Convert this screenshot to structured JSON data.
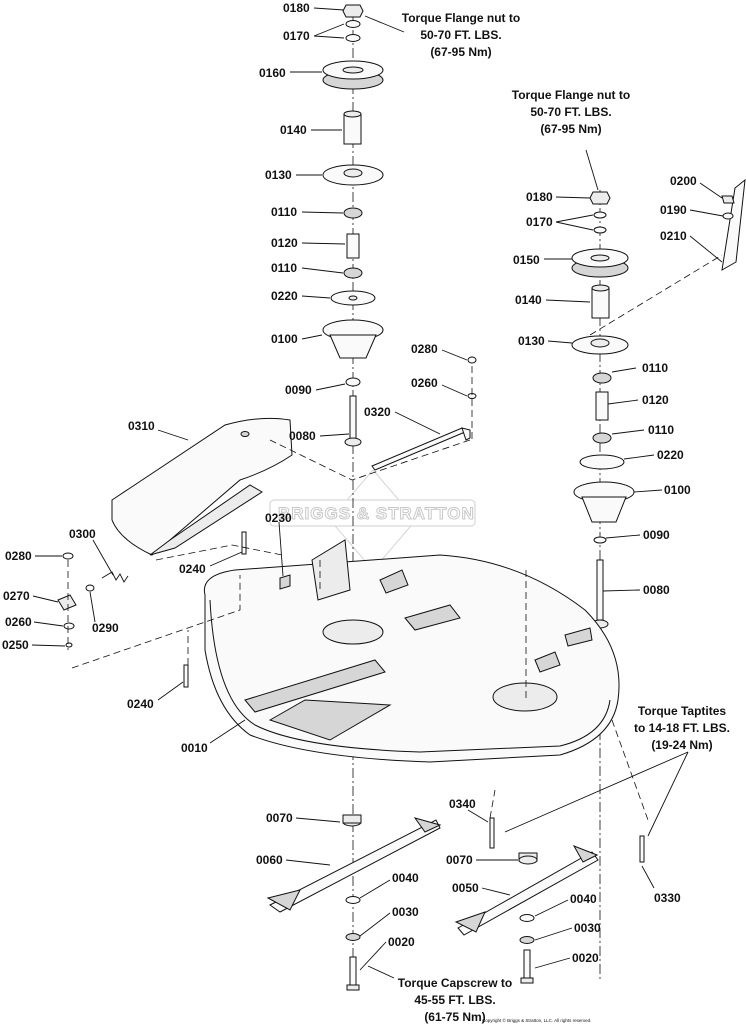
{
  "watermark": "BRIGGS & STRATTON",
  "copyright": "Copyright © Briggs & Stratton, LLC. All rights reserved.",
  "notes": {
    "flange_nut_left": [
      "Torque Flange nut to",
      "50-70 FT. LBS.",
      "(67-95 Nm)"
    ],
    "flange_nut_right": [
      "Torque Flange nut to",
      "50-70 FT. LBS.",
      "(67-95 Nm)"
    ],
    "taptites": [
      "Torque Taptites",
      "to 14-18 FT. LBS.",
      "(19-24 Nm)"
    ],
    "capscrew": [
      "Torque Capscrew to",
      "45-55 FT. LBS.",
      "(61-75 Nm)"
    ]
  },
  "labels": {
    "l0180a": "0180",
    "l0170a": "0170",
    "l0160": "0160",
    "l0140a": "0140",
    "l0130a": "0130",
    "l0110a": "0110",
    "l0120a": "0120",
    "l0110b": "0110",
    "l0220a": "0220",
    "l0100a": "0100",
    "l0090a": "0090",
    "l0080a": "0080",
    "l0280a": "0280",
    "l0260a": "0260",
    "l0320": "0320",
    "l0310": "0310",
    "l0230": "0230",
    "l0300": "0300",
    "l0240a": "0240",
    "l0280b": "0280",
    "l0270": "0270",
    "l0290": "0290",
    "l0260b": "0260",
    "l0250": "0250",
    "l0240b": "0240",
    "l0010": "0010",
    "l0180b": "0180",
    "l0170b": "0170",
    "l0150": "0150",
    "l0140b": "0140",
    "l0130b": "0130",
    "l0110c": "0110",
    "l0120b": "0120",
    "l0110d": "0110",
    "l0220b": "0220",
    "l0100b": "0100",
    "l0090b": "0090",
    "l0080b": "0080",
    "l0200": "0200",
    "l0190": "0190",
    "l0210": "0210",
    "l0070a": "0070",
    "l0060": "0060",
    "l0040a": "0040",
    "l0030a": "0030",
    "l0020a": "0020",
    "l0340": "0340",
    "l0070b": "0070",
    "l0050": "0050",
    "l0040b": "0040",
    "l0030b": "0030",
    "l0020b": "0020",
    "l0330": "0330"
  }
}
